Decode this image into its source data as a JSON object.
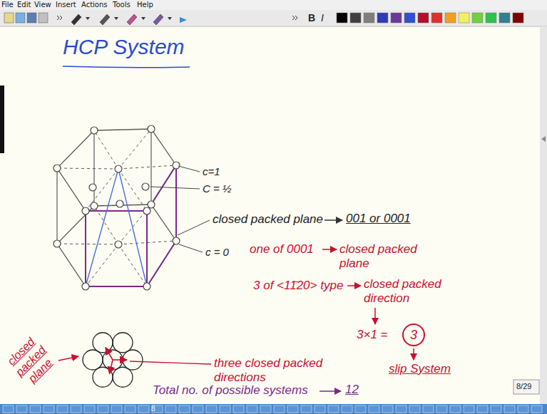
{
  "diagram": {
    "title": "HCP System",
    "nodes": [
      {
        "text": [
          "3"
        ]
      }
    ],
    "labels": [
      "File",
      "Edit",
      "View",
      "Insert",
      "Actions",
      "Tools",
      "Help",
      "B",
      "I",
      "c=1",
      "C = ½",
      "closed packed plane",
      "001 or 0001",
      "c = 0",
      "one of 0001",
      "closed packed plane",
      "3 of <11̄20> type",
      "closed packed direction",
      "3×1 =",
      "slip System",
      "three closed packed directions",
      "closed packed plane",
      "Total no. of possible systems",
      "12",
      "8/29",
      "8"
    ]
  }
}
